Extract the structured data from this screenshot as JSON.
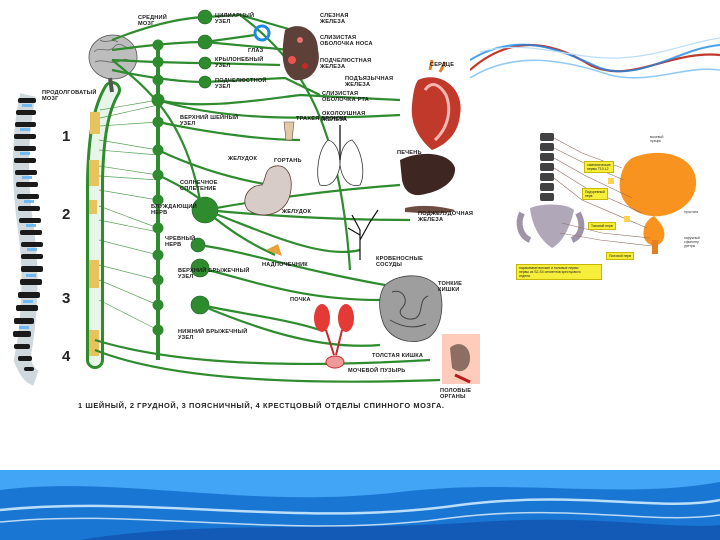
{
  "diagram": {
    "numbers": [
      "1",
      "2",
      "3",
      "4"
    ],
    "labels": {
      "midbrain": "СРЕДНИЙ\nМОЗГ",
      "medulla": "ПРОДОЛГОВАТЫЙ\nМОЗГ",
      "ciliary": "ЦИЛИАРНЫЙ\nУЗЕЛ",
      "lacrimal": "СЛЕЗНАЯ\nЖЕЛЕЗА",
      "nasal": "СЛИЗИСТАЯ\nОБОЛОЧКА НОСА",
      "eye": "ГЛАЗ",
      "pterygo": "КРЫЛОНЕБНЫЙ\nУЗЕЛ",
      "submandibular_gland": "ПОДЧЕЛЮСТНАЯ\nЖЕЛЕЗА",
      "submandibular_node": "ПОДЧЕЛЮСТНОЙ\nУЗЕЛ",
      "sublingual": "ПОДЪЯЗЫЧНАЯ\nЖЕЛЕЗА",
      "oral": "СЛИЗИСТАЯ\nОБОЛОЧКА РТА",
      "parotid": "ОКОЛОУШНАЯ\nЖЕЛЕЗА",
      "heart": "СЕРДЦЕ",
      "upper_cervical": "ВЕРХНИЙ  ШЕЙНЫЙ\nУЗЕЛ",
      "trachea": "ТРАХЕЯ  БРОНХИ",
      "stomach": "ЖЕЛУДОК",
      "larynx": "ГОРТАНЬ",
      "liver": "ПЕЧЕНЬ",
      "solar": "СОЛНЕЧНОЕ\nСПЛЕТЕНИЕ",
      "vagus": "БЛУЖДАЮЩИЙ\nНЕРВ",
      "splanchnic": "ЧРЕВНЫЙ\nНЕРВ",
      "pancreas": "ПОДЖЕЛУДОЧНАЯ\nЖЕЛЕЗА",
      "adrenal": "НАДПОЧЕЧНИК",
      "vessels": "КРОВЕНОСНЫЕ\nСОСУДЫ",
      "upper_mesenteric": "ВЕРХНИЙ  БРЫЖЕЧНЫЙ\nУЗЕЛ",
      "small_intestine": "ТОНКИЕ\nКИШКИ",
      "kidney": "ПОЧКА",
      "lower_mesenteric": "НИЖНИЙ  БРЫЖЕЧНЫЙ\nУЗЕЛ",
      "colon": "ТОЛСТАЯ  КИШКА",
      "bladder": "МОЧЕВОЙ  ПУЗЫРЬ",
      "genitals": "ПОЛОВЫЕ  ОРГАНЫ"
    },
    "caption": "1 ШЕЙНЫЙ, 2 ГРУДНОЙ, 3 ПОЯСНИЧНЫЙ, 4 КРЕСТЦОВЫЙ ОТДЕЛЫ СПИННОГО МОЗГА."
  },
  "inset": {
    "bladder": "мочевой\nпузырь",
    "nerve_top": "симпатические\nнервы T10-L2",
    "plexus": "Подчревный\nнерв",
    "pelvic": "Тазовый нерв",
    "prostate": "простата",
    "urethra": "наружный\nсфинктер\nуретры",
    "pudendal": "Половой нерв",
    "bottom_box": "парасимпатические и половые нервы\nнервы из S2-S4 сегментов крестцового\nотдела"
  },
  "colors": {
    "nerve_green": "#2e8b2e",
    "footer_blue": "#1565c0",
    "wave_red": "#c0392b",
    "wave_blue": "#1e88e5"
  }
}
